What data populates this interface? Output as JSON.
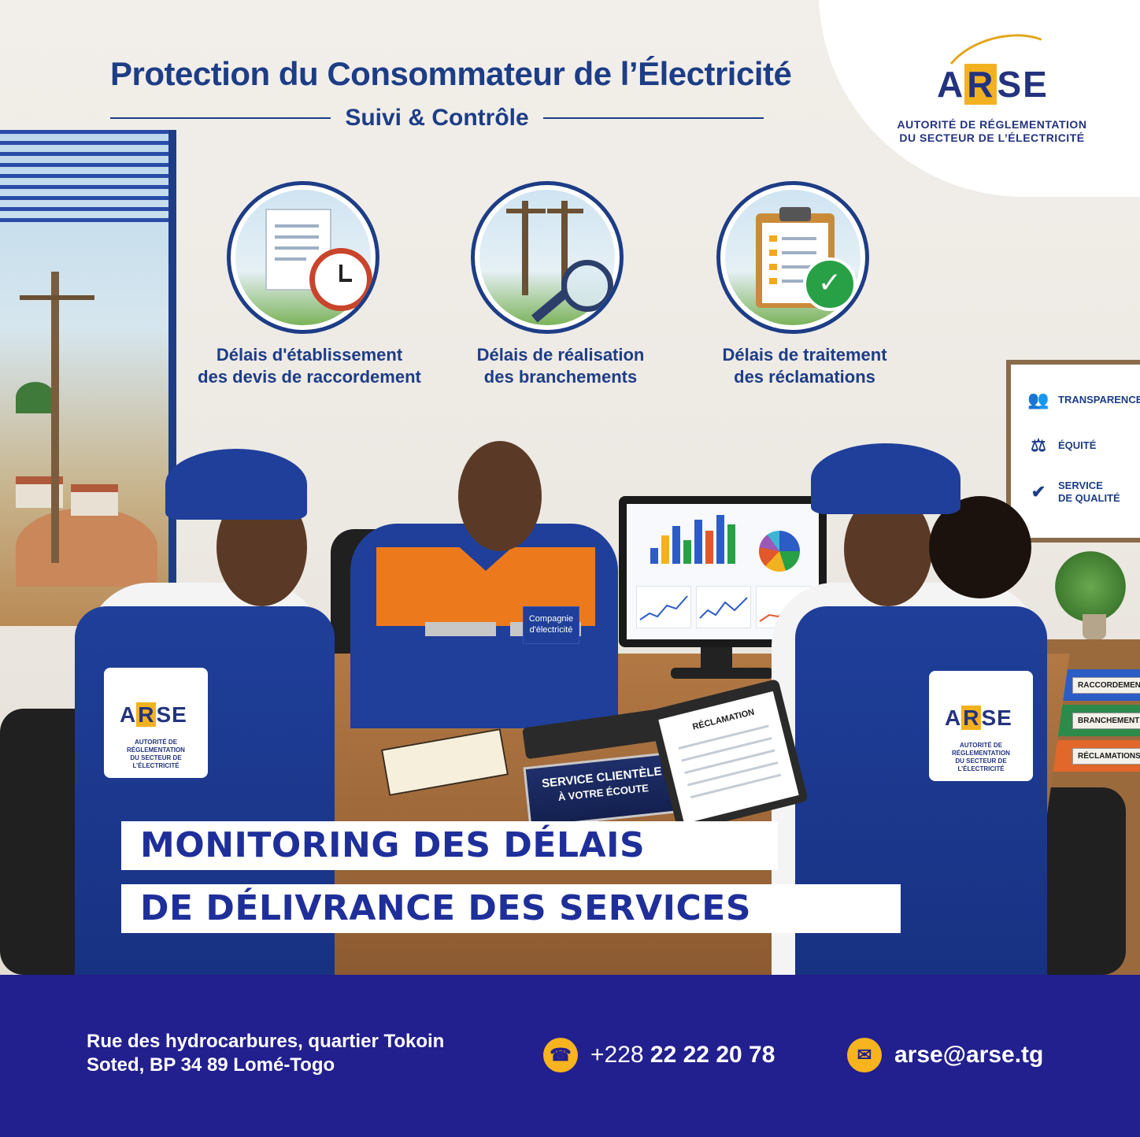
{
  "header": {
    "title": "Protection du Consommateur de l’Électricité",
    "subtitle": "Suivi & Contrôle"
  },
  "logo": {
    "mark": "ARSE",
    "text_line1": "AUTORITÉ DE RÉGLEMENTATION",
    "text_line2": "DU SECTEUR DE L’ÉLECTRICITÉ"
  },
  "features": [
    {
      "icon": "document-clock-icon",
      "line1": "Délais d'établissement",
      "line2": "des devis de raccordement"
    },
    {
      "icon": "power-pole-magnifier-icon",
      "line1": "Délais de réalisation",
      "line2": "des branchements"
    },
    {
      "icon": "clipboard-check-icon",
      "line1": "Délais de traitement",
      "line2": "des réclamations"
    }
  ],
  "values_board": [
    {
      "icon": "people-icon",
      "label": "TRANSPARENCE"
    },
    {
      "icon": "scales-icon",
      "label": "ÉQUITÉ"
    },
    {
      "icon": "check-circle-icon",
      "label_line1": "SERVICE",
      "label_line2": "DE QUALITÉ"
    }
  ],
  "binders": [
    "RACCORDEMENTS",
    "BRANCHEMENTS",
    "RÉCLAMATIONS"
  ],
  "uniform_badge": {
    "line1": "Compagnie",
    "line2": "d'électricité"
  },
  "nameplate": {
    "line1": "SERVICE CLIENTÈLE",
    "line2": "À VOTRE ÉCOUTE"
  },
  "clipboard_title": "RÉCLAMATION",
  "vest_badge": {
    "mark": "ARSE",
    "line1": "AUTORITÉ DE RÉGLEMENTATION",
    "line2": "DU SECTEUR DE L’ÉLECTRICITÉ"
  },
  "headline": {
    "line1": "MONITORING DES DÉLAIS",
    "line2": "DE DÉLIVRANCE DES SERVICES"
  },
  "footer": {
    "address_line1": "Rue des hydrocarbures, quartier Tokoin",
    "address_line2": "Soted, BP 34 89 Lomé-Togo",
    "phone_prefix": "+228",
    "phone_number": "22 22 20 78",
    "email": "arse@arse.tg"
  },
  "colors": {
    "brand_blue": "#1d3d86",
    "footer_blue": "#221f8e",
    "accent_yellow": "#f7b41e",
    "uniform_orange": "#ec7a1c"
  }
}
